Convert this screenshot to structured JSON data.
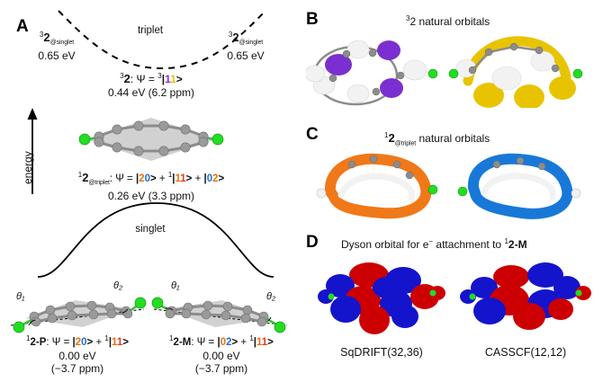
{
  "figure": {
    "panels": {
      "A": {
        "letter": "A",
        "axis_label": "energy",
        "curve_labels": {
          "triplet": "triplet",
          "singlet": "singlet"
        },
        "states": {
          "triplet_left": {
            "species_sup": "3",
            "species": "2",
            "species_sub": "@singlet",
            "energy": "0.65 eV"
          },
          "triplet_right": {
            "species_sup": "3",
            "species": "2",
            "species_sub": "@singlet",
            "energy": "0.65 eV"
          },
          "triplet_min": {
            "species_sup": "3",
            "species": "2",
            "label_tail": ": Ψ = ",
            "psi_sup": "3",
            "ket": "|11>",
            "ket_digits": [
              "1",
              "1"
            ],
            "ket_colors": [
              "#8a2be2",
              "#e8c400"
            ],
            "energy": "0.44 eV (6.2 ppm)"
          },
          "singlet_ts": {
            "species_sup": "1",
            "species": "2",
            "species_sub": "@triplet",
            "label_tail": ": Ψ = ",
            "terms": [
              "|20>",
              "+ ¹|11>",
              "+ |02>"
            ],
            "energy": "0.26 eV (3.3 ppm)"
          },
          "minimum_P": {
            "name": "¹2-P",
            "name_sup": "1",
            "name_body": "2-P",
            "label_tail": ": Ψ = ",
            "terms": [
              "|20>",
              "+ ¹|11>"
            ],
            "energy": "0.00 eV",
            "ppm": "(−3.7 ppm)",
            "angles": [
              "θ₁",
              "θ₂"
            ]
          },
          "minimum_M": {
            "name": "¹2-M",
            "name_sup": "1",
            "name_body": "2-M",
            "label_tail": ": Ψ = ",
            "terms": [
              "|02>",
              "+ ¹|11>"
            ],
            "energy": "0.00 eV",
            "ppm": "(−3.7 ppm)",
            "angles": [
              "θ₁",
              "θ₂"
            ]
          }
        }
      },
      "B": {
        "letter": "B",
        "title_sup": "3",
        "title": "2 natural orbitals",
        "orbital_colors": [
          "#7b2fd0",
          "#e8c400"
        ],
        "lobe_white": "#f0f0f0"
      },
      "C": {
        "letter": "C",
        "title_sup": "1",
        "title_body": "2",
        "title_sub": "@triplet",
        "title_tail": "natural orbitals",
        "orbital_colors": [
          "#f07818",
          "#1878d8"
        ]
      },
      "D": {
        "letter": "D",
        "title": "Dyson orbital for e⁻ attachment to ¹2-M",
        "title_parts": {
          "pre": "Dyson orbital for e",
          "minus_sup": "−",
          "mid": " attachment to ",
          "species_sup": "1",
          "species": "2-M"
        },
        "captions": [
          "SqDRIFT(32,36)",
          "CASSCF(12,12)"
        ],
        "orbital_colors": [
          "#cc0000",
          "#1414cc"
        ]
      }
    },
    "colors": {
      "carbon": "#8c8c8c",
      "terminal_green": "#22dd22",
      "plane_gray": "#c9c9c9",
      "text": "#111111",
      "orange": "#e8720c",
      "blue": "#1f6fd0",
      "purple": "#8a2be2",
      "yellow": "#e8c400",
      "red": "#e23b20"
    }
  }
}
